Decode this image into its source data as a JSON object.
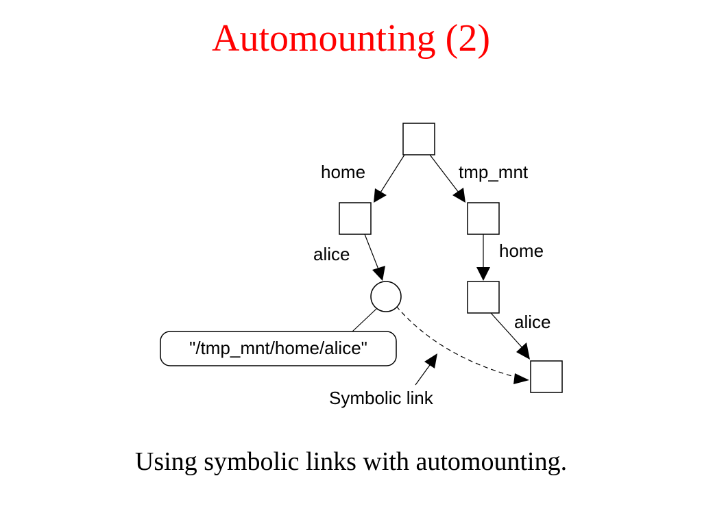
{
  "title": "Automounting (2)",
  "title_color": "#ff0000",
  "diagram": {
    "edge_labels": {
      "root_home": "home",
      "root_tmp_mnt": "tmp_mnt",
      "home_alice": "alice",
      "tmp_mnt_home": "home",
      "tmp_home_alice": "alice"
    },
    "link_text": "\"/tmp_mnt/home/alice\"",
    "symbolic_link_label": "Symbolic link"
  },
  "caption": "Using symbolic links with automounting."
}
